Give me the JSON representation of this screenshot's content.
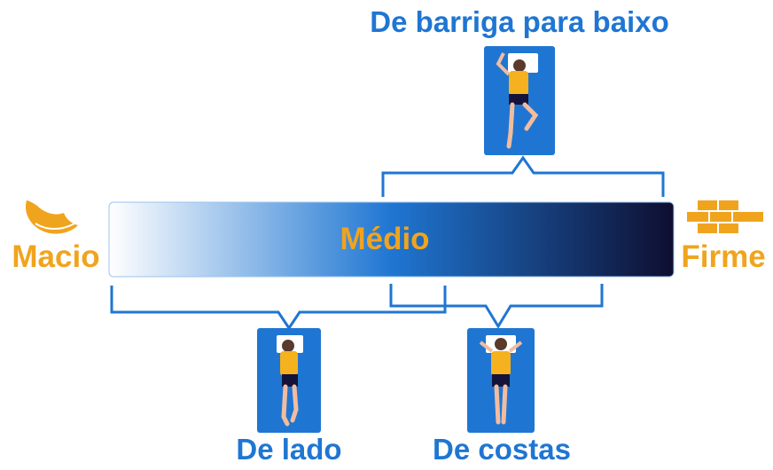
{
  "title": "Firmeza do colchão por posição de dormir",
  "scale": {
    "left_label": "Macio",
    "center_label": "Médio",
    "right_label": "Firme"
  },
  "positions": [
    {
      "label": "De barriga para baixo"
    },
    {
      "label": "De lado"
    },
    {
      "label": "De costas"
    }
  ],
  "colors": {
    "accent_blue": "#1f76d2",
    "accent_orange": "#f0a41e",
    "bar_dark": "#0f0f33"
  },
  "icons": {
    "soft": "feather-icon",
    "firm": "brick-wall-icon"
  }
}
